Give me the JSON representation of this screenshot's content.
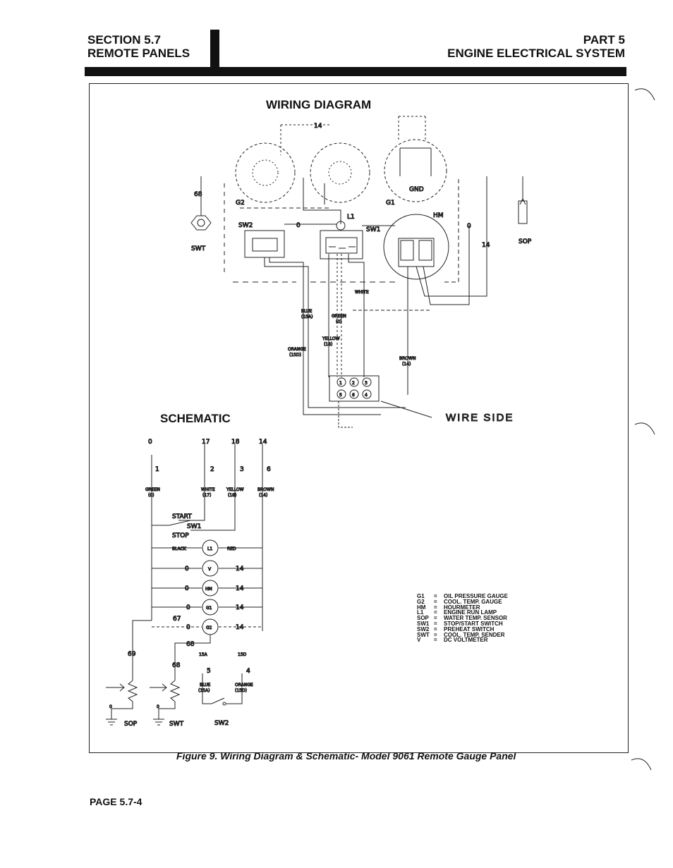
{
  "header": {
    "left_line1": "SECTION 5.7",
    "left_line2": "REMOTE PANELS",
    "right_line1": "PART 5",
    "right_line2": "ENGINE ELECTRICAL SYSTEM"
  },
  "wiring_title": "WIRING DIAGRAM",
  "schematic_title": "SCHEMATIC",
  "wire_side_label": "WIRE SIDE",
  "caption": "Figure 9. Wiring Diagram & Schematic- Model 9061 Remote Gauge Panel",
  "page_number": "PAGE 5.7-4",
  "wiring_labels": {
    "g2": "G2",
    "g1": "G1",
    "sw2": "SW2",
    "sw1": "SW1",
    "l1": "L1",
    "hm": "HM",
    "gnd": "GND",
    "swt": "SWT",
    "sop": "SOP",
    "w14a": "14",
    "w14b": "14",
    "w68": "68",
    "w0a": "0",
    "w0b": "0",
    "blue": "BLUE",
    "blue_num": "(15A)",
    "green": "GREEN",
    "green_num": "(0)",
    "yellow": "YELLOW",
    "yellow_num": "(18)",
    "orange": "ORANGE",
    "orange_num": "(15D)",
    "brown": "BROWN",
    "brown_num": "(14)",
    "white": "WHITE",
    "pin1": "1",
    "pin2": "2",
    "pin3": "3",
    "pin4": "4",
    "pin5": "5",
    "pin6": "6"
  },
  "schematic_labels": {
    "top0": "0",
    "top17": "17",
    "top18": "18",
    "top14": "14",
    "n1": "1",
    "n2": "2",
    "n3": "3",
    "n6": "6",
    "green": "GREEN",
    "green_num": "(0)",
    "white": "WHITE",
    "white_num": "(17)",
    "yellow": "YELLOW",
    "yellow_num": "(18)",
    "brown": "BROWN",
    "brown_num": "(14)",
    "start": "START",
    "stop": "STOP",
    "sw1": "SW1",
    "black": "BLACK",
    "red": "RED",
    "l1": "L1",
    "v": "V",
    "hm": "HM",
    "g1": "G1",
    "g2": "G2",
    "z1": "0",
    "z2": "0",
    "z3": "0",
    "z4": "0",
    "f14a": "14",
    "f14b": "14",
    "f14c": "14",
    "f14d": "14",
    "w67": "67",
    "w68": "68",
    "w69": "69",
    "w68b": "68",
    "w15a": "15A",
    "w15d": "15D",
    "n5": "5",
    "n4": "4",
    "blue": "BLUE",
    "blue_num": "(15A)",
    "orange": "ORANGE",
    "orange_num": "(15D)",
    "sop": "SOP",
    "swt": "SWT",
    "sw2": "SW2",
    "g0a": "0",
    "g0b": "0"
  },
  "legend": [
    {
      "code": "G1",
      "eq": "=",
      "desc": "OIL PRESSURE GAUGE"
    },
    {
      "code": "G2",
      "eq": "=",
      "desc": "COOL. TEMP. GAUGE"
    },
    {
      "code": "HM",
      "eq": "=",
      "desc": "HOURMETER"
    },
    {
      "code": "L1",
      "eq": "=",
      "desc": "ENGINE RUN LAMP"
    },
    {
      "code": "SOP",
      "eq": "=",
      "desc": "WATER TEMP. SENSOR"
    },
    {
      "code": "SW1",
      "eq": "=",
      "desc": "STOP/START SWITCH"
    },
    {
      "code": "SW2",
      "eq": "=",
      "desc": "PREHEAT SWITCH"
    },
    {
      "code": "SWT",
      "eq": "=",
      "desc": "COOL. TEMP. SENDER"
    },
    {
      "code": "V",
      "eq": "=",
      "desc": "DC VOLTMETER"
    }
  ]
}
